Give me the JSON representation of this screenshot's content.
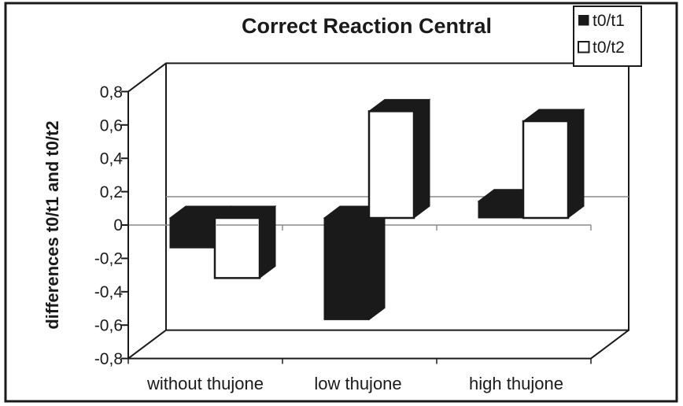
{
  "figure": {
    "title": "Correct Reaction Central",
    "y_axis": {
      "label": "differences t0/t1 and t0/t2",
      "tick_labels": [
        "0,8",
        "0,6",
        "0,4",
        "0,2",
        "0",
        "-0,2",
        "-0,4",
        "-0,6",
        "-0,8"
      ]
    },
    "categories": [
      "without thujone",
      "low thujone",
      "high thujone"
    ],
    "legend": {
      "items": [
        {
          "label": "t0/t1",
          "swatch": "filled-black-square"
        },
        {
          "label": "t0/t2",
          "swatch": "outlined-white-square"
        }
      ]
    }
  },
  "chart_data": {
    "type": "bar",
    "variant": "3d-column",
    "title": "Correct Reaction Central",
    "ylabel": "differences t0/t1 and t0/t2",
    "categories": [
      "without thujone",
      "low thujone",
      "high thujone"
    ],
    "series": [
      {
        "name": "t0/t1",
        "fill": "#1a1a1a",
        "values": [
          -0.18,
          -0.61,
          0.1
        ]
      },
      {
        "name": "t0/t2",
        "fill": "#ffffff",
        "values": [
          -0.36,
          0.64,
          0.58
        ]
      }
    ],
    "ylim": [
      -0.8,
      0.8
    ],
    "ytick_step": 0.2,
    "decimal_separator": ",",
    "legend_position": "top-right",
    "gridlines": "zero line only (front axis line and back-wall zero line)",
    "notes": "monochrome scanned 3D column chart; white-series bars have black top/side faces"
  },
  "colors": {
    "ink": "#1a1a1a",
    "paper": "#ffffff",
    "zero_line": "#8a8a8a"
  }
}
